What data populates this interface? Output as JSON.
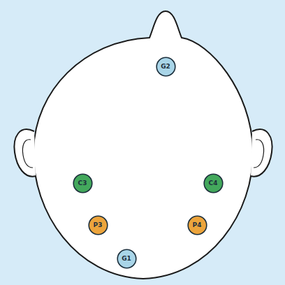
{
  "diagram": {
    "nodes": [
      {
        "text": [
          "G2"
        ]
      },
      {
        "text": [
          "C3"
        ]
      },
      {
        "text": [
          "C4"
        ]
      },
      {
        "text": [
          "P3"
        ]
      },
      {
        "text": [
          "P4"
        ]
      },
      {
        "text": [
          "G1"
        ]
      }
    ]
  }
}
